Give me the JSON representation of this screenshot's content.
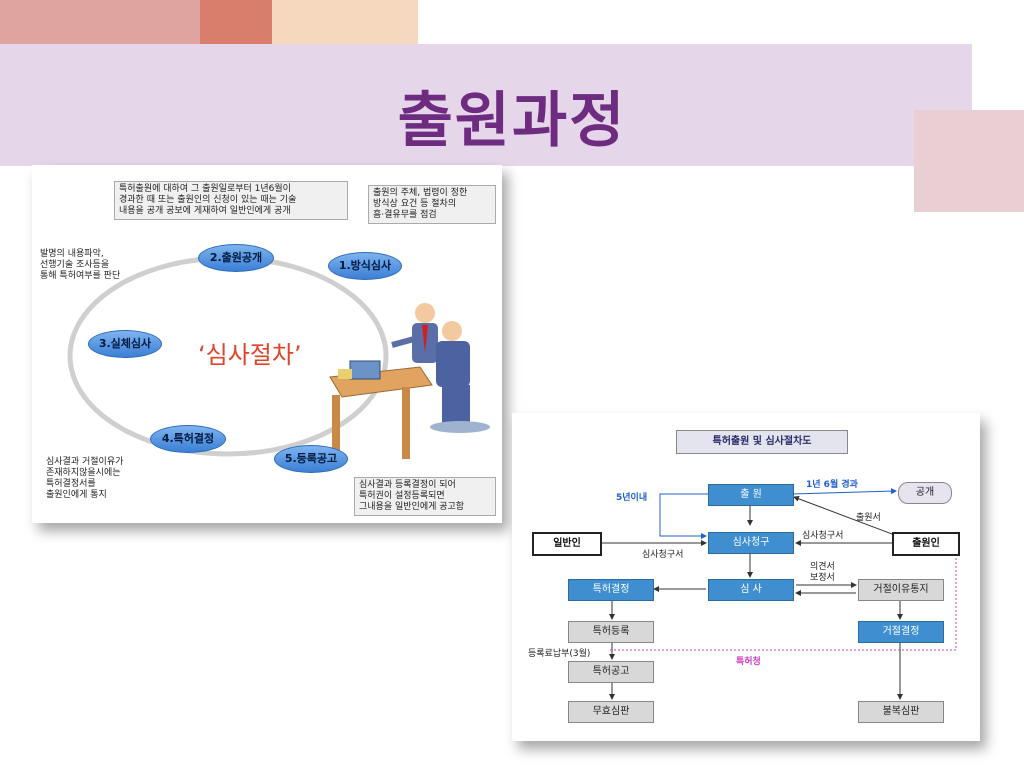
{
  "page": {
    "title": "출원과정"
  },
  "panel1": {
    "note_top": "특허출원에 대하여 그 출원일로부터 1년6월이\n경과한 때 또는 출원인의 신청이 있는 때는 기술\n내용을 공개 공보에 게재하여 일반인에게 공개",
    "note_right": "출원의 주체, 법령이 정한\n방식상 요건 등 절차의\n흠·결유무를 점검",
    "note_left": "발명의 내용파악,\n선행기술 조사등을\n통해 특허여부를 판단",
    "note_bottom_left": "심사결과 거절이유가\n존재하지않을시에는\n특허결정서를\n출원인에게 통지",
    "note_bottom_right": "심사결과 등록결정이 되어\n특허권이 설정등록되면\n그내용을 일반인에게 공고함",
    "steps": [
      "1.방식심사",
      "2.출원공개",
      "3.실체심사",
      "4.특허결정",
      "5.등록공고"
    ],
    "center_label": "‘심사절차’"
  },
  "panel2": {
    "title": "특허출원 및 심사절차도",
    "nodes": {
      "filing": "출 원",
      "public": "공개",
      "request": "심사청구",
      "general": "일반인",
      "applicant": "출원인",
      "exam": "심 사",
      "grant_decision": "특허결정",
      "reject_notice": "거절이유통지",
      "registration": "특허등록",
      "reject_decision": "거절결정",
      "announce": "특허공고",
      "invalid_trial": "무효심판",
      "appeal_trial": "불복심판"
    },
    "labels": {
      "within5": "5년이내",
      "after18": "1년 6월 경과",
      "filing_doc": "출원서",
      "request_doc_right": "심사청구서",
      "request_doc_left": "심사청구서",
      "opinion": "의견서",
      "amend": "보정서",
      "fee": "등록료납부(3월)",
      "kipo": "특허청"
    }
  }
}
